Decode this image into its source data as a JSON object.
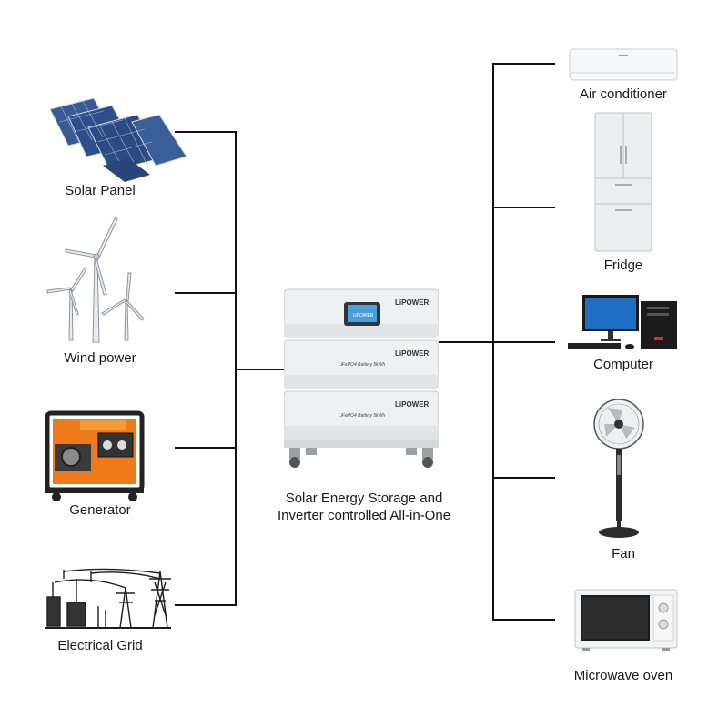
{
  "sources": {
    "solar": "Solar Panel",
    "wind": "Wind power",
    "generator": "Generator",
    "grid": "Electrical Grid"
  },
  "center": {
    "line1": "Solar Energy Storage and",
    "line2": "Inverter controlled All-in-One",
    "brand": "LiPOWER",
    "screen": "LiPOWER",
    "module_label": "LiFePO4 Battery 5kWh"
  },
  "loads": {
    "ac": "Air conditioner",
    "fridge": "Fridge",
    "computer": "Computer",
    "fan": "Fan",
    "microwave": "Microwave oven"
  },
  "colors": {
    "line": "#111111",
    "generator_orange": "#ee7a1a",
    "screen_blue": "#4a9fd8",
    "panel_blue": "#2e4f86"
  }
}
